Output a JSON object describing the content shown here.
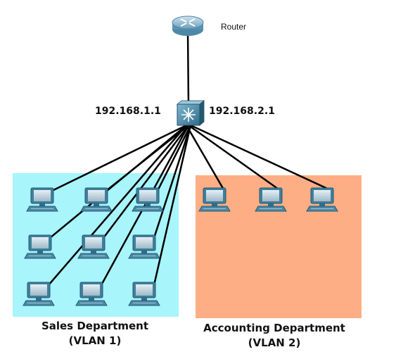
{
  "router": {
    "label": "Router",
    "icon": "router-icon"
  },
  "switch": {
    "icon": "layer3-switch-icon",
    "left_ip": "192.168.1.1",
    "right_ip": "192.168.2.1"
  },
  "zones": [
    {
      "id": "sales",
      "title": "Sales Department",
      "subtitle": "(VLAN 1)",
      "color": "#a8f5fb",
      "pcs": 9
    },
    {
      "id": "accounting",
      "title": "Accounting Department",
      "subtitle": "(VLAN 2)",
      "color": "#fdae84",
      "pcs": 3
    }
  ],
  "colors": {
    "link": "#000000",
    "device_blue": "#3f7f9c"
  }
}
